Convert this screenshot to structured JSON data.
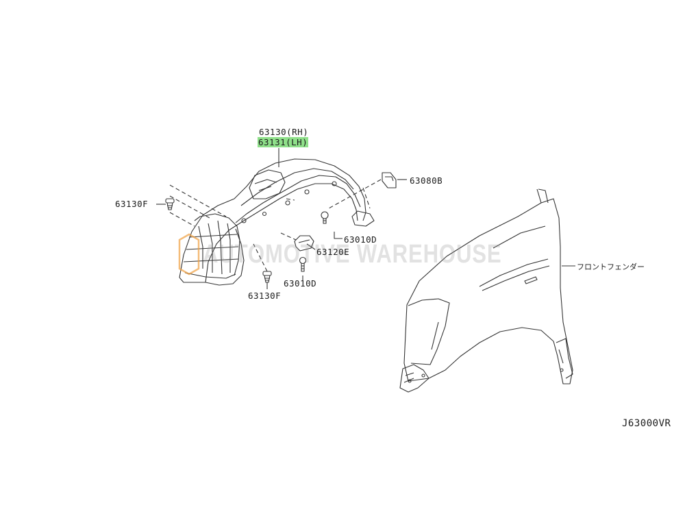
{
  "labels": {
    "liner_rh": "63130(RH)",
    "liner_lh": "63131(LH)",
    "clip_top_left": "63130F",
    "clip_bottom": "63130F",
    "bracket": "63080B",
    "screw_right": "63010D",
    "cover": "63120E",
    "screw_bottom": "63010D",
    "fender": "フロントフェンダー"
  },
  "diagram_code": "J63000VR",
  "watermark": {
    "text": "AUTOMOTIVE WAREHOUSE",
    "color": "#f0a040"
  },
  "colors": {
    "highlight": "#8fe08a",
    "line": "#333333"
  }
}
